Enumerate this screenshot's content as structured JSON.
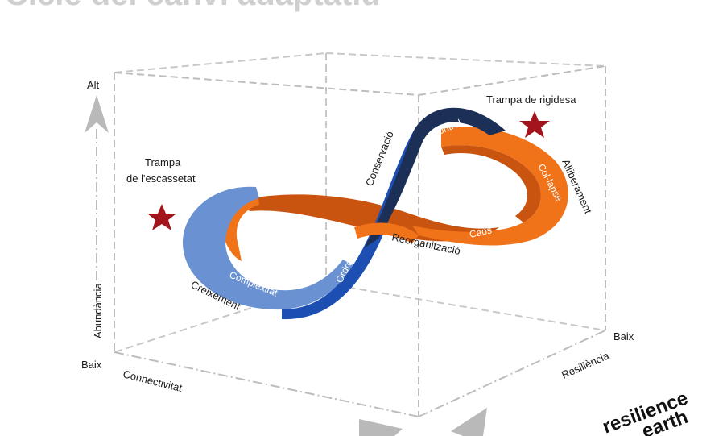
{
  "title": "Cicle del canvi adaptatiu",
  "axes": {
    "vertical": {
      "name": "Abundància",
      "high": "Alt",
      "low": "Baix"
    },
    "depth": {
      "name": "Resiliència",
      "low": "Baix"
    },
    "horizontal": {
      "name": "Connectivitat"
    }
  },
  "traps": {
    "scarcity_line1": "Trampa",
    "scarcity_line2": "de l'escassetat",
    "rigidity": "Trampa de rigidesa"
  },
  "phases": {
    "growth": "Creixement",
    "complexity": "Complexitat",
    "order": "Ordre",
    "conservation": "Conservació",
    "control": "Control",
    "release": "Alliberament",
    "collapse": "Col·lapse",
    "chaos": "Caos",
    "reorganization": "Reorganització"
  },
  "logo": {
    "line1": "resilience",
    "line2": "earth"
  },
  "colors": {
    "light_blue": "#6a92d2",
    "blue": "#1d4fb3",
    "dark_navy": "#1b2f57",
    "orange": "#f0731a",
    "dark_orange": "#c85410",
    "star": "#a3141c",
    "arrow": "#b9b9b9"
  }
}
